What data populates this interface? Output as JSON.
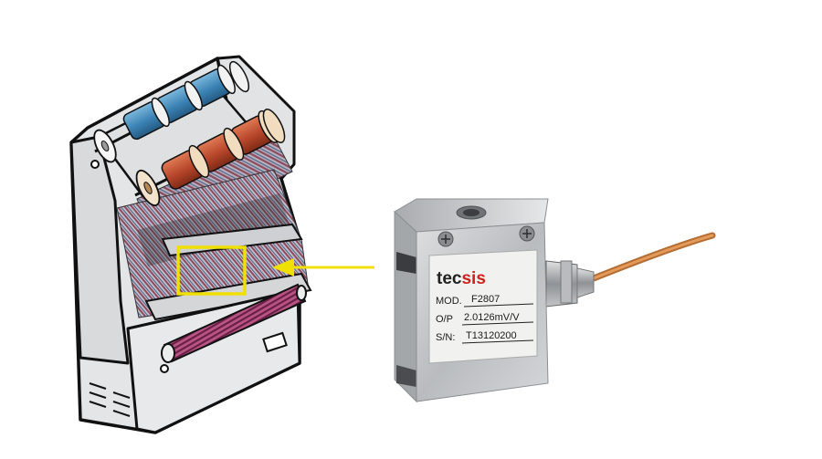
{
  "colors": {
    "highlight": "#f0e000",
    "arrow": "#f0e000",
    "machine_body": "#e4e5e7",
    "outline": "#111111",
    "bobbin_blue": "#3f86b6",
    "bobbin_red": "#b8492e",
    "fabric_stripe": "#8c4a5e",
    "cloth_roll": "#8a2f5a",
    "cable": "#d98a4a",
    "sensor_metal": "#c9cbcd",
    "brand_red": "#d0211c"
  },
  "icons": {
    "arrow": "arrow-left-icon"
  },
  "sensor": {
    "brand_prefix": "tec",
    "brand_suffix": "sis",
    "mod_label": "MOD.",
    "mod_value": "F2807",
    "op_label": "O/P",
    "op_value": "2.0126mV/V",
    "sn_label": "S/N:",
    "sn_value": "T13120200"
  }
}
